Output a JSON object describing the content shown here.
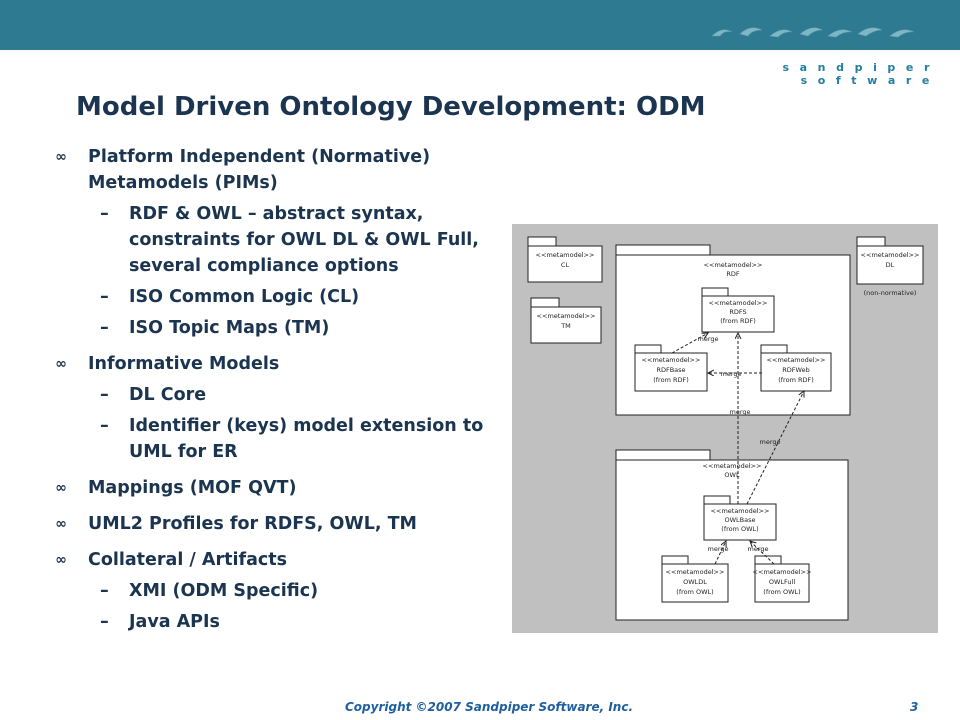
{
  "header": {
    "brand": "sandpiper software",
    "logo_icon": "sandpiper-birds-icon"
  },
  "slide": {
    "title": "Model Driven Ontology Development: ODM",
    "bullets": [
      {
        "text": "Platform Independent (Normative) Metamodels (PIMs)",
        "sub": [
          "RDF & OWL – abstract syntax, constraints for OWL DL & OWL Full, several compliance options",
          "ISO Common Logic (CL)",
          "ISO Topic Maps (TM)"
        ]
      },
      {
        "text": "Informative Models",
        "sub": [
          "DL Core",
          "Identifier (keys) model extension to UML for ER"
        ]
      },
      {
        "text": "Mappings (MOF QVT)",
        "sub": []
      },
      {
        "text": "UML2 Profiles for RDFS, OWL, TM",
        "sub": []
      },
      {
        "text": "Collateral / Artifacts",
        "sub": [
          "XMI (ODM Specific)",
          "Java APIs"
        ]
      }
    ],
    "bullet_symbol": "∞",
    "sub_symbol": "–"
  },
  "diagram": {
    "stereotype": "<<metamodel>>",
    "packages": {
      "cl": "CL",
      "tm": "TM",
      "rdf": "RDF",
      "dl": "DL",
      "dl_note": "(non-normative)",
      "rdfs": "RDFS",
      "rdfs_from": "(from RDF)",
      "rdfbase": "RDFBase",
      "rdfbase_from": "(from RDF)",
      "rdfweb": "RDFWeb",
      "rdfweb_from": "(from RDF)",
      "owl": "OWL",
      "owlbase": "OWLBase",
      "owlbase_from": "(from OWL)",
      "owldl": "OWLDL",
      "owldl_from": "(from OWL)",
      "owlfull": "OWLFull",
      "owlfull_from": "(from OWL)"
    },
    "merge_label": "merge"
  },
  "footer": {
    "copyright": "Copyright ©2007 Sandpiper Software, Inc.",
    "page": "3"
  },
  "colors": {
    "bar": "#2e7a90",
    "title": "#1b3550",
    "footer": "#1f5fa0",
    "diagram_bg": "#c0c0c0"
  }
}
